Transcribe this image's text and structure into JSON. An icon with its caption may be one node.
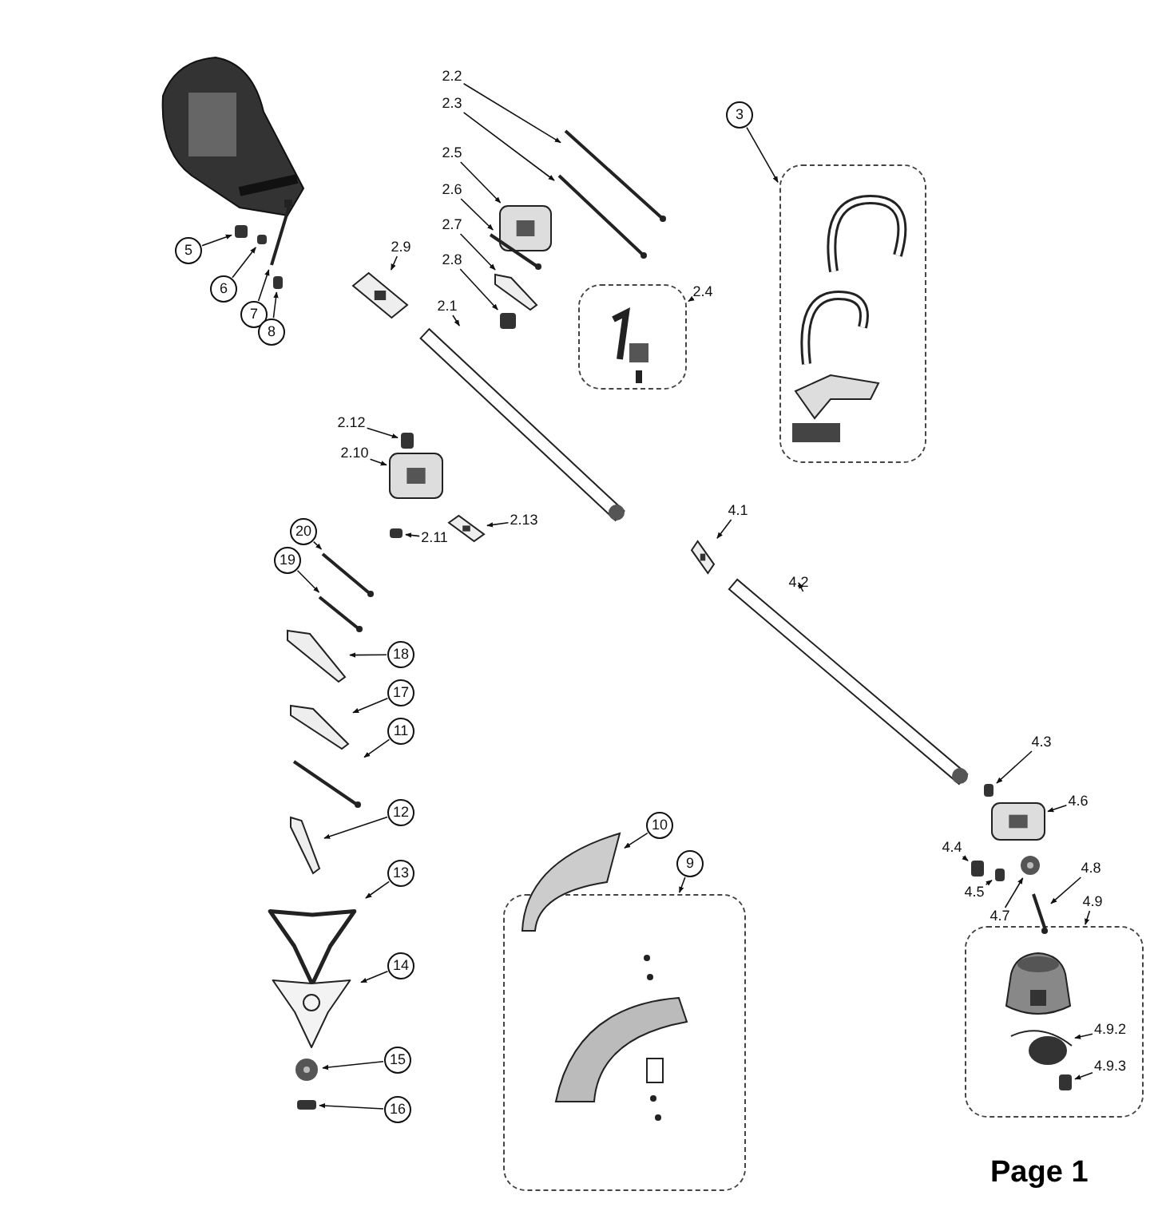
{
  "diagram": {
    "nodes": [
      {
        "text": [
          "3"
        ]
      },
      {
        "text": [],
        "shape": "box"
      },
      {
        "text": [
          "2.2"
        ]
      },
      {
        "text": [],
        "shape": "bar"
      },
      {
        "text": [
          "2.3"
        ]
      },
      {
        "text": [],
        "shape": "bar"
      },
      {
        "text": [
          "2.5"
        ]
      },
      {
        "text": [],
        "shape": "picture"
      },
      {
        "text": [
          "2.6"
        ]
      },
      {
        "text": [],
        "shape": "bar"
      },
      {
        "text": [
          "2.7"
        ]
      },
      {
        "text": [],
        "shape": "picture"
      },
      {
        "text": [
          "2.8"
        ]
      },
      {
        "text": [],
        "shape": "box"
      },
      {
        "text": [
          "2.9"
        ]
      },
      {
        "text": [],
        "shape": "picture"
      },
      {
        "text": [
          "2.1"
        ]
      },
      {
        "text": [],
        "shape": "picture"
      },
      {
        "text": [
          "2.4"
        ]
      },
      {
        "text": [],
        "shape": "box"
      },
      {
        "text": [
          "5"
        ]
      },
      {
        "text": [],
        "shape": "box"
      },
      {
        "text": [
          "6"
        ]
      },
      {
        "text": [],
        "shape": "box"
      },
      {
        "text": [
          "7"
        ]
      },
      {
        "text": [],
        "shape": "bar"
      },
      {
        "text": [
          "8"
        ]
      },
      {
        "text": [],
        "shape": "box"
      },
      {
        "text": [
          "2.12"
        ]
      },
      {
        "text": [],
        "shape": "box"
      },
      {
        "text": [
          "2.10"
        ]
      },
      {
        "text": [],
        "shape": "picture"
      },
      {
        "text": [
          "2.11"
        ]
      },
      {
        "text": [],
        "shape": "box"
      },
      {
        "text": [
          "2.13"
        ]
      },
      {
        "text": [],
        "shape": "picture"
      },
      {
        "text": [
          "4.1"
        ]
      },
      {
        "text": [],
        "shape": "picture"
      },
      {
        "text": [
          "20"
        ]
      },
      {
        "text": [],
        "shape": "bar"
      },
      {
        "text": [
          "19"
        ]
      },
      {
        "text": [],
        "shape": "bar"
      },
      {
        "text": [
          "4.2"
        ]
      },
      {
        "text": [],
        "shape": "picture"
      },
      {
        "text": [
          "18"
        ]
      },
      {
        "text": [],
        "shape": "picture"
      },
      {
        "text": [
          "17"
        ]
      },
      {
        "text": [],
        "shape": "picture"
      },
      {
        "text": [
          "11"
        ]
      },
      {
        "text": [],
        "shape": "bar"
      },
      {
        "text": [
          "4.3"
        ]
      },
      {
        "text": [],
        "shape": "box"
      },
      {
        "text": [
          "4.6"
        ]
      },
      {
        "text": [],
        "shape": "picture"
      },
      {
        "text": [
          "12"
        ]
      },
      {
        "text": [],
        "shape": "picture"
      },
      {
        "text": [
          "10"
        ]
      },
      {
        "text": [],
        "shape": "picture"
      },
      {
        "text": [
          "4.4"
        ]
      },
      {
        "text": [],
        "shape": "box"
      },
      {
        "text": [
          "4.5"
        ]
      },
      {
        "text": [],
        "shape": "box"
      },
      {
        "text": [
          "9"
        ]
      },
      {
        "text": [],
        "shape": "box"
      },
      {
        "text": [
          "4.8"
        ]
      },
      {
        "text": [],
        "shape": "bar"
      },
      {
        "text": [
          "4.9"
        ]
      },
      {
        "text": [],
        "shape": "box"
      },
      {
        "text": [
          "4.7"
        ]
      },
      {
        "text": [],
        "shape": "picture"
      },
      {
        "text": [
          "13"
        ]
      },
      {
        "text": [],
        "shape": "picture"
      },
      {
        "text": [
          "14"
        ]
      },
      {
        "text": [],
        "shape": "picture"
      },
      {
        "text": [
          "4.9.2"
        ],
        "in": 67
      },
      {
        "text": [],
        "shape": "circle",
        "in": 67
      },
      {
        "text": [
          "4.9.3"
        ],
        "in": 67
      },
      {
        "text": [],
        "shape": "box",
        "in": 67
      },
      {
        "text": [
          "15"
        ]
      },
      {
        "text": [],
        "shape": "picture"
      },
      {
        "text": [
          "16"
        ]
      },
      {
        "text": [],
        "shape": "box"
      }
    ],
    "edges": [
      {
        "from": 0,
        "to": 1,
        "arrow": "to"
      },
      {
        "from": 2,
        "to": 3,
        "arrow": "to"
      },
      {
        "from": 4,
        "to": 5,
        "arrow": "to"
      },
      {
        "from": 6,
        "to": 7,
        "arrow": "to"
      },
      {
        "from": 8,
        "to": 9,
        "arrow": "to"
      },
      {
        "from": 10,
        "to": 11,
        "arrow": "to"
      },
      {
        "from": 12,
        "to": 13,
        "arrow": "to"
      },
      {
        "from": 14,
        "to": 15,
        "arrow": "to"
      },
      {
        "from": 16,
        "to": 17,
        "arrow": "to"
      },
      {
        "from": 18,
        "to": 19,
        "arrow": "to"
      },
      {
        "from": 20,
        "to": 21,
        "arrow": "to"
      },
      {
        "from": 22,
        "to": 23,
        "arrow": "to"
      },
      {
        "from": 24,
        "to": 25,
        "arrow": "to"
      },
      {
        "from": 26,
        "to": 27,
        "arrow": "to"
      },
      {
        "from": 28,
        "to": 29,
        "arrow": "to"
      },
      {
        "from": 30,
        "to": 31,
        "arrow": "to"
      },
      {
        "from": 32,
        "to": 33,
        "arrow": "to"
      },
      {
        "from": 34,
        "to": 35,
        "arrow": "to"
      },
      {
        "from": 36,
        "to": 37,
        "arrow": "to"
      },
      {
        "from": 38,
        "to": 39,
        "arrow": "to"
      },
      {
        "from": 40,
        "to": 41,
        "arrow": "to"
      },
      {
        "from": 42,
        "to": 43,
        "arrow": "to"
      },
      {
        "from": 44,
        "to": 45,
        "arrow": "to"
      },
      {
        "from": 46,
        "to": 47,
        "arrow": "to"
      },
      {
        "from": 48,
        "to": 49,
        "arrow": "to"
      },
      {
        "from": 50,
        "to": 51,
        "arrow": "to"
      },
      {
        "from": 52,
        "to": 53,
        "arrow": "to"
      },
      {
        "from": 54,
        "to": 55,
        "arrow": "to"
      },
      {
        "from": 56,
        "to": 57,
        "arrow": "to"
      },
      {
        "from": 58,
        "to": 59,
        "arrow": "to"
      },
      {
        "from": 60,
        "to": 61,
        "arrow": "to"
      },
      {
        "from": 62,
        "to": 63,
        "arrow": "to"
      },
      {
        "from": 64,
        "to": 65,
        "arrow": "to"
      },
      {
        "from": 66,
        "to": 67,
        "arrow": "to"
      },
      {
        "from": 68,
        "to": 69,
        "arrow": "to"
      },
      {
        "from": 70,
        "to": 71,
        "arrow": "to"
      },
      {
        "from": 72,
        "to": 73,
        "arrow": "to"
      },
      {
        "from": 74,
        "to": 75,
        "arrow": "to"
      },
      {
        "from": 76,
        "to": 77,
        "arrow": "to"
      },
      {
        "from": 78,
        "to": 79,
        "arrow": "to"
      },
      {
        "from": 80,
        "to": 81,
        "arrow": "to"
      }
    ],
    "labels": [
      "Page 1"
    ]
  }
}
